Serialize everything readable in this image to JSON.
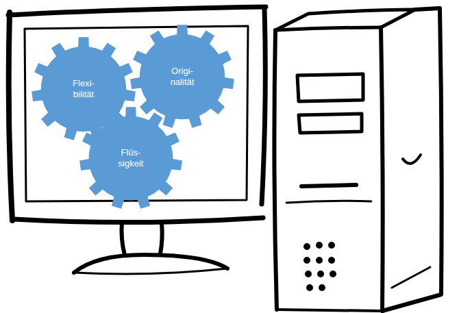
{
  "diagram": {
    "nodes": [
      {
        "text": [
          "Flexi- bilität"
        ]
      },
      {
        "text": [
          "Origi- nalität"
        ]
      },
      {
        "text": [
          "Flüs- sigkeit"
        ]
      }
    ]
  }
}
